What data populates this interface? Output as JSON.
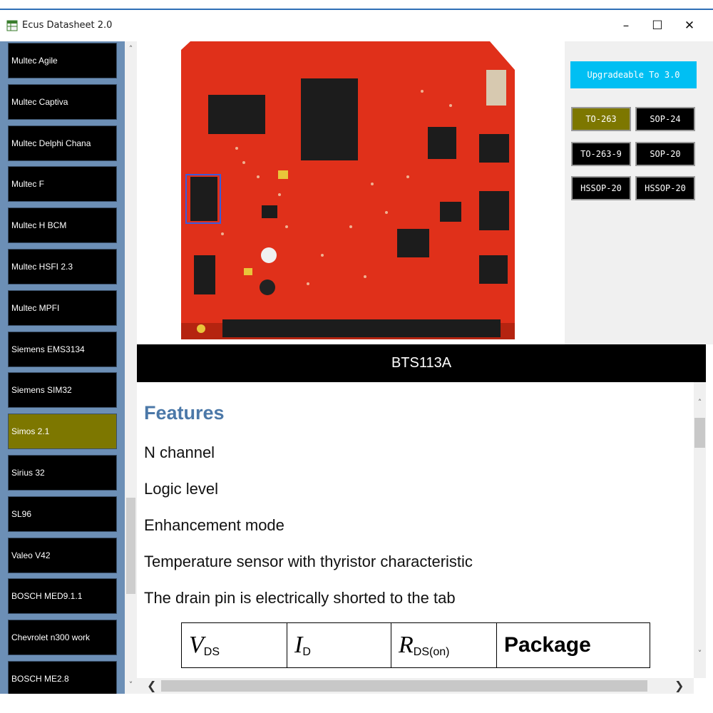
{
  "window": {
    "title": "Ecus Datasheet 2.0",
    "minimize_icon": "minimize-icon",
    "maximize_icon": "maximize-icon",
    "close_icon": "close-icon",
    "min_glyph": "–",
    "max_glyph": "☐",
    "close_glyph": "✕"
  },
  "sidebar": {
    "items": [
      {
        "label": "Multec Agile"
      },
      {
        "label": "Multec Captiva"
      },
      {
        "label": "Multec Delphi Chana"
      },
      {
        "label": "Multec F"
      },
      {
        "label": "Multec H BCM"
      },
      {
        "label": "Multec HSFI 2.3"
      },
      {
        "label": "Multec MPFI"
      },
      {
        "label": "Siemens EMS3134"
      },
      {
        "label": "Siemens SIM32"
      },
      {
        "label": "Simos 2.1",
        "selected": true
      },
      {
        "label": "Sirius 32"
      },
      {
        "label": "SL96"
      },
      {
        "label": "Valeo V42"
      },
      {
        "label": "BOSCH MED9.1.1"
      },
      {
        "label": "Chevrolet n300 work"
      },
      {
        "label": "BOSCH ME2.8"
      }
    ],
    "scroll_up": "˄",
    "scroll_down": "˅"
  },
  "right_panel": {
    "upgrade_label": "Upgradeable To 3.0",
    "packages": [
      {
        "label": "TO-263",
        "selected": true
      },
      {
        "label": "SOP-24"
      },
      {
        "label": "TO-263-9"
      },
      {
        "label": "SOP-20"
      },
      {
        "label": "HSSOP-20"
      },
      {
        "label": "HSSOP-20"
      }
    ]
  },
  "part_name": "BTS113A",
  "datasheet": {
    "heading": "Features",
    "features": [
      "N channel",
      "Logic level",
      "Enhancement mode",
      "Temperature sensor with thyristor characteristic",
      "The drain pin is electrically shorted to the tab"
    ],
    "table_headers": [
      {
        "sym": "V",
        "sub": "DS"
      },
      {
        "sym": "I",
        "sub": "D"
      },
      {
        "sym": "R",
        "sub": "DS(on)"
      },
      {
        "plain": "Package"
      }
    ]
  },
  "scrollbars": {
    "left_arrow": "❮",
    "right_arrow": "❯",
    "up_arrow": "˄",
    "down_arrow": "˅"
  },
  "colors": {
    "selected": "#7d7700",
    "upgrade": "#00bff3",
    "sidebar_bg": "#6c8fb6",
    "board_red": "#e0301a",
    "heading": "#4b78a8"
  }
}
